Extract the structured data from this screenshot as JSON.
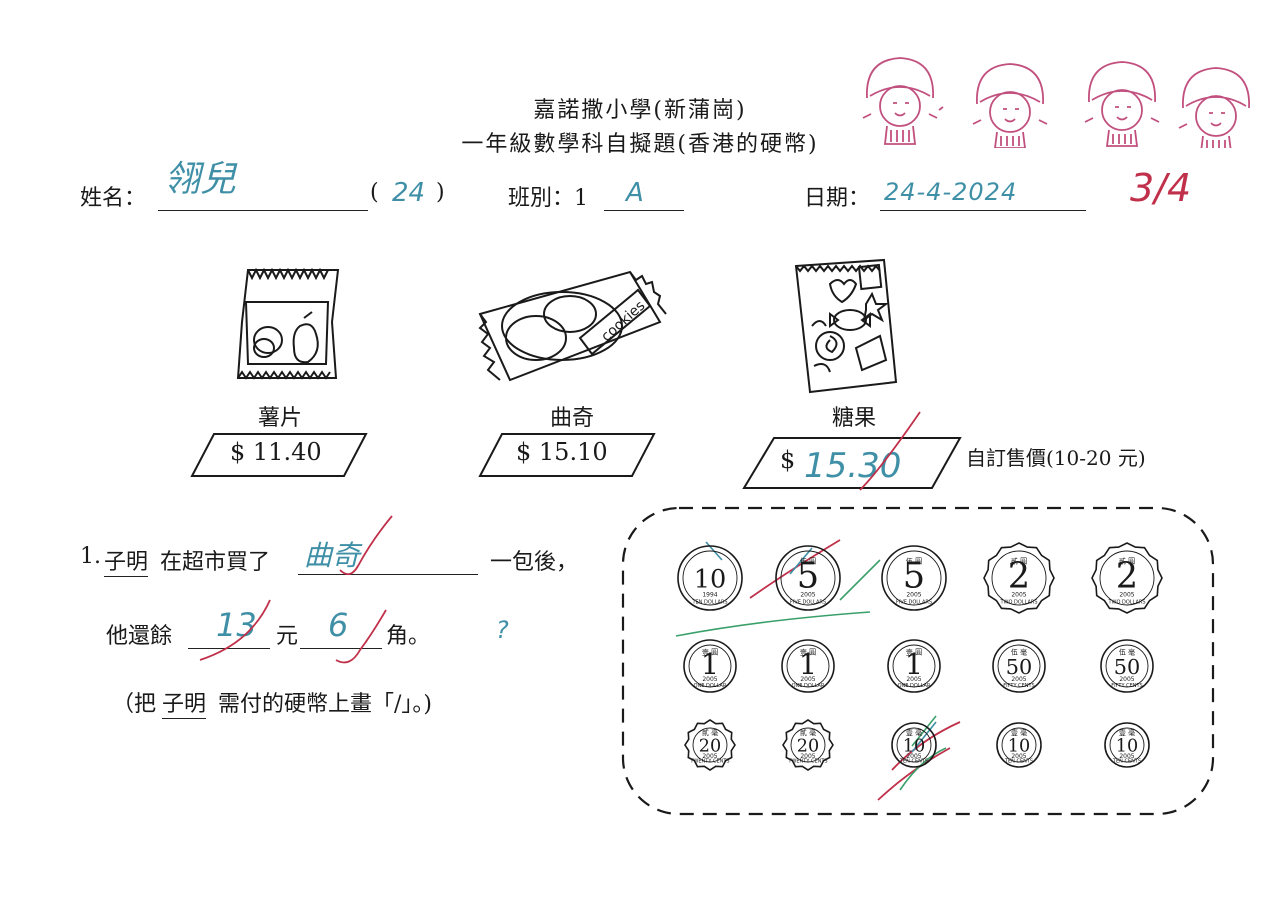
{
  "header": {
    "school": "嘉諾撒小學(新蒲崗)",
    "subtitle": "一年級數學科自擬題(香港的硬幣)"
  },
  "student": {
    "name_label": "姓名：",
    "name_value": "翎兒",
    "class_no_open": "(",
    "class_no": "24",
    "class_no_close": ")",
    "class_label": "班別：1",
    "class_value": "A",
    "date_label": "日期：",
    "date_value": "24-4-2024",
    "score": "3/4"
  },
  "items": [
    {
      "name": "薯片",
      "price": "$ 11.40"
    },
    {
      "name": "曲奇",
      "price": "$ 15.10"
    },
    {
      "name": "糖果",
      "price_symbol": "$",
      "price": "15.30",
      "note": "自訂售價(10-20 元)"
    }
  ],
  "question": {
    "number": "1.",
    "line1_name": "子明",
    "line1_a": "在超市買了",
    "line1_answer": "曲奇",
    "line1_b": "一包後，",
    "line2_a": "他還餘",
    "answer_dollars": "13",
    "unit_dollar": "元",
    "answer_cents": "6",
    "unit_cent": "角。",
    "hint_open": "（把",
    "hint_name": "子明",
    "hint_rest": "需付的硬幣上畫「/」。)",
    "mark": "?"
  },
  "coins": {
    "rows": [
      [
        {
          "value": "10",
          "year": "1994",
          "caption": "TEN DOLLARS",
          "top": "",
          "scalloped": false
        },
        {
          "value": "5",
          "year": "2005",
          "caption": "FIVE DOLLARS",
          "top": "伍 圓",
          "scalloped": false
        },
        {
          "value": "5",
          "year": "2005",
          "caption": "FIVE DOLLARS",
          "top": "伍 圓",
          "scalloped": false
        },
        {
          "value": "2",
          "year": "2005",
          "caption": "TWO DOLLARS",
          "top": "貳 圓",
          "scalloped": true
        },
        {
          "value": "2",
          "year": "2005",
          "caption": "TWO DOLLARS",
          "top": "貳 圓",
          "scalloped": true
        }
      ],
      [
        {
          "value": "1",
          "year": "2005",
          "caption": "ONE DOLLAR",
          "top": "壹 圓",
          "scalloped": false
        },
        {
          "value": "1",
          "year": "2005",
          "caption": "ONE DOLLAR",
          "top": "壹 圓",
          "scalloped": false
        },
        {
          "value": "1",
          "year": "2005",
          "caption": "ONE DOLLAR",
          "top": "壹 圓",
          "scalloped": false
        },
        {
          "value": "50",
          "year": "2005",
          "caption": "FIFTY CENTS",
          "top": "伍 毫",
          "scalloped": false
        },
        {
          "value": "50",
          "year": "2005",
          "caption": "FIFTY CENTS",
          "top": "伍 毫",
          "scalloped": false
        }
      ],
      [
        {
          "value": "20",
          "year": "2005",
          "caption": "TWENTY CENTS",
          "top": "貳 毫",
          "scalloped": true
        },
        {
          "value": "20",
          "year": "2005",
          "caption": "TWENTY CENTS",
          "top": "貳 毫",
          "scalloped": true
        },
        {
          "value": "10",
          "year": "2005",
          "caption": "TEN CENTS",
          "top": "壹 毫",
          "scalloped": false
        },
        {
          "value": "10",
          "year": "2005",
          "caption": "TEN CENTS",
          "top": "壹 毫",
          "scalloped": false
        },
        {
          "value": "10",
          "year": "2005",
          "caption": "TEN CENTS",
          "top": "壹 毫",
          "scalloped": false
        }
      ]
    ]
  },
  "colors": {
    "ink": "#1a1a1a",
    "student_pen": "#3f8fa6",
    "teacher_pen": "#c0304a",
    "stamp": "#c2507e",
    "green_pen": "#3aa06a"
  }
}
